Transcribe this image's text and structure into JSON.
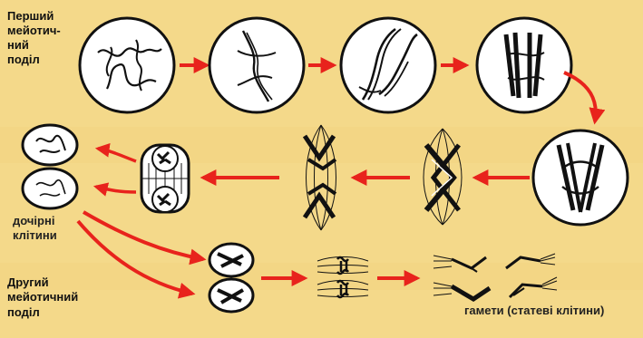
{
  "labels": {
    "first_division": [
      "Перший",
      "мейотич-",
      "ний",
      "поділ"
    ],
    "daughter_cells": [
      "дочірні",
      "клітини"
    ],
    "second_division": [
      "Другий",
      "мейотичний",
      "поділ"
    ],
    "gametes": "гамети (статеві клітини)"
  },
  "colors": {
    "background": "#f4d98a",
    "arrow": "#e8231c",
    "cell_fill": "#ffffff",
    "ink": "#111111"
  }
}
